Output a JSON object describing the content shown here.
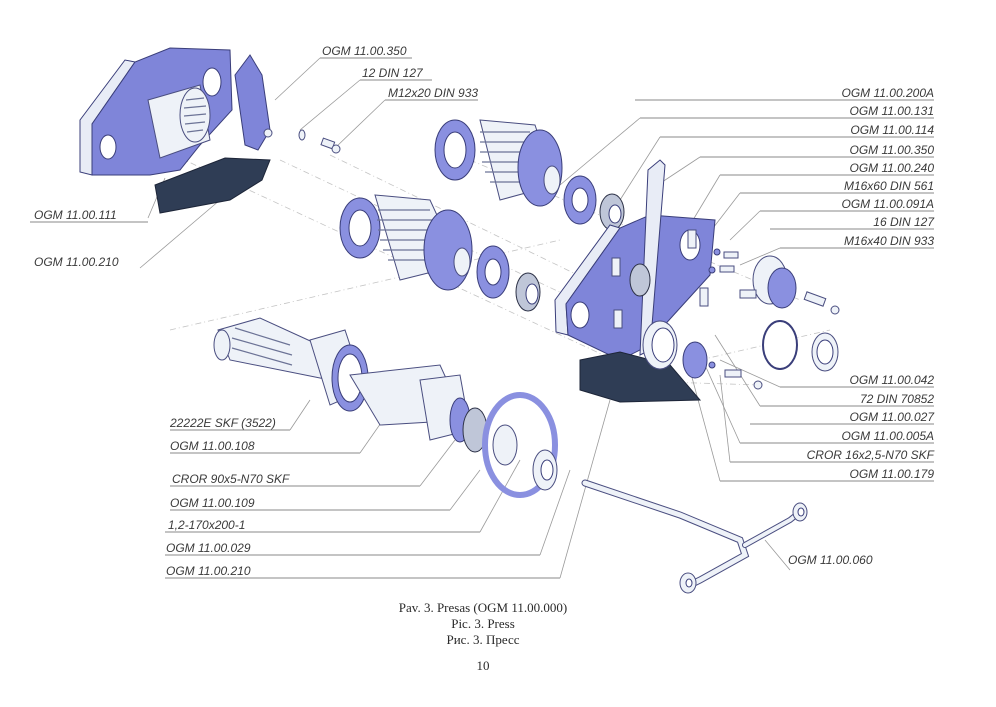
{
  "figure": {
    "title": "Press exploded assembly drawing",
    "captions": {
      "lt": "Pav. 3. Presas (OGM 11.00.000)",
      "en": "Pic. 3. Press",
      "ru": "Рис. 3. Пресс"
    },
    "page_number": "10",
    "colors": {
      "part_blue": "#7f85d9",
      "part_white": "#eef2f8",
      "knife_dark": "#2f3d55",
      "label_text": "#3a3a3a",
      "leader_line": "#9a9a9a"
    }
  },
  "labels": {
    "top_left": [
      "OGM 11.00.350",
      "12 DIN 127",
      "M12x20 DIN 933"
    ],
    "left_upper": [
      "OGM 11.00.111",
      "OGM 11.00.210"
    ],
    "right_upper": [
      "OGM 11.00.200A",
      "OGM 11.00.131",
      "OGM 11.00.114",
      "OGM 11.00.350",
      "OGM 11.00.240",
      "M16x60 DIN 561",
      "OGM 11.00.091A",
      "16 DIN 127",
      "M16x40 DIN 933"
    ],
    "right_lower": [
      "OGM 11.00.042",
      "72 DIN 70852",
      "OGM 11.00.027",
      "OGM 11.00.005A",
      "CROR 16x2,5-N70 SKF",
      "OGM 11.00.179"
    ],
    "bottom_left": [
      "22222E SKF (3522)",
      "OGM 11.00.108",
      "CROR 90x5-N70 SKF",
      "OGM 11.00.109",
      "1,2-170x200-1",
      "OGM 11.00.029",
      "OGM 11.00.210"
    ],
    "bottom_right": [
      "OGM 11.00.060"
    ]
  }
}
